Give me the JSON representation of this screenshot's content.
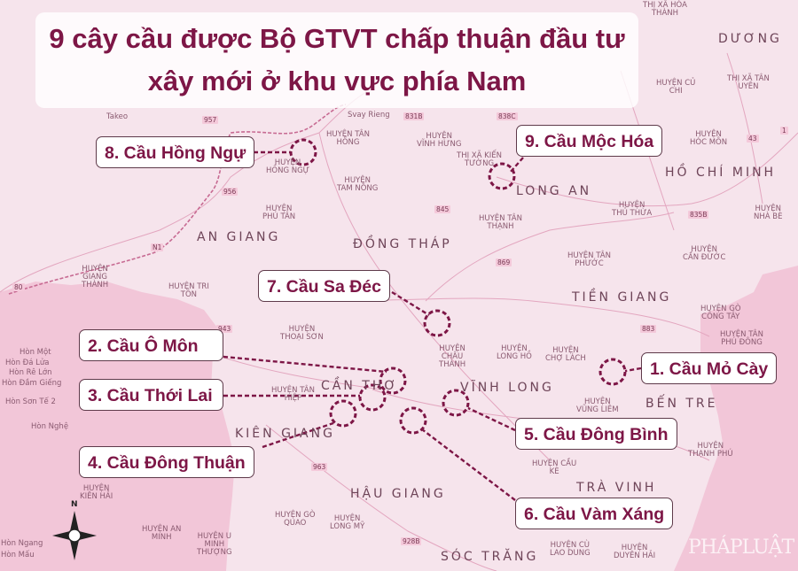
{
  "title": {
    "line1": "9 cây cầu được Bộ GTVT chấp thuận đầu tư",
    "line2": "xây mới  ở khu vực phía Nam"
  },
  "bridges": [
    {
      "label": "1. Cầu Mỏ Cày"
    },
    {
      "label": "2. Cầu Ô Môn"
    },
    {
      "label": "3. Cầu Thới Lai"
    },
    {
      "label": "4. Cầu Đông Thuận"
    },
    {
      "label": "5. Cầu Đông Bình"
    },
    {
      "label": "6. Cầu Vàm Xáng"
    },
    {
      "label": "7. Cầu Sa Đéc"
    },
    {
      "label": "8. Cầu Hồng Ngự"
    },
    {
      "label": "9. Cầu Mộc Hóa"
    }
  ],
  "provinces": [
    "AN GIANG",
    "ĐỒNG THÁP",
    "LONG AN",
    "HỒ CHÍ MINH",
    "TIỀN GIANG",
    "CẦN THƠ",
    "VĨNH LONG",
    "BẾN TRE",
    "KIÊN GIANG",
    "HẬU GIANG",
    "TRÀ VINH",
    "SÓC TRĂNG",
    "DƯƠNG"
  ],
  "places": [
    "Takeo",
    "Svay Rieng",
    "HUYỆN TÂN\nHỒNG",
    "HUYỆN\nHỒNG NGỰ",
    "HUYỆN\nTAM NÔNG",
    "HUYỆN\nPHÚ TÂN",
    "HUYỆN\nVĨNH HƯNG",
    "THỊ XÃ KIẾN\nTƯỜNG",
    "HUYỆN TÂN\nTHẠNH",
    "HUYỆN\nTHỦ THỪA",
    "HUYỆN\nHÓC MÔN",
    "HUYỆN\nNHÀ BÈ",
    "HUYỆN\nCẦN ĐƯỚC",
    "HUYỆN TÂN\nPHƯỚC",
    "HUYỆN\nGIANG\nTHÀNH",
    "HUYỆN TRI\nTÔN",
    "HUYỆN\nTHOẠI SƠN",
    "HUYỆN TÂN\nHIỆP",
    "HUYỆN\nCHÂU\nTHÀNH",
    "HUYỆN\nLONG HỒ",
    "HUYỆN\nCHỢ LÁCH",
    "HUYỆN\nVŨNG LIÊM",
    "HUYỆN CẦU\nKÈ",
    "HUYỆN\nTHẠNH PHÚ",
    "HUYỆN GÒ\nQUAO",
    "HUYỆN\nLONG MỸ",
    "HUYỆN AN\nMINH",
    "HUYỆN U\nMINH\nTHƯỢNG",
    "HUYỆN\nKIÊN HẢI",
    "HUYỆN TÂN\nPHÚ ĐÔNG",
    "HUYỆN GÒ\nCÔNG TÂY",
    "HUYỆN CÙ\nLAO DUNG",
    "HUYỆN\nDUYÊN HẢI",
    "THỊ XÃ HÒA\nTHÀNH",
    "HUYỆN CỦ\nCHI",
    "THỊ XÃ TÂN\nUYÊN",
    "Hòn Một",
    "Hòn Đá Lửa",
    "Hòn Rê Lớn",
    "Hòn Đầm Giếng",
    "Hòn Sơn Tế 2",
    "Hòn Nghệ",
    "Hòn Ngang",
    "Hòn Mấu"
  ],
  "roads": [
    "957",
    "956",
    "N1",
    "80",
    "845",
    "869",
    "943",
    "963",
    "928B",
    "835B",
    "883",
    "43",
    "1",
    "831B",
    "838C"
  ],
  "compass": {
    "north_label": "N"
  },
  "watermark": "PHÁPLUẬT",
  "colors": {
    "land": "#f6e4ec",
    "sea": "#f2c6d8",
    "accent": "#7d1646",
    "marker": "#7d1646",
    "callout_border": "#5e3a4a"
  }
}
